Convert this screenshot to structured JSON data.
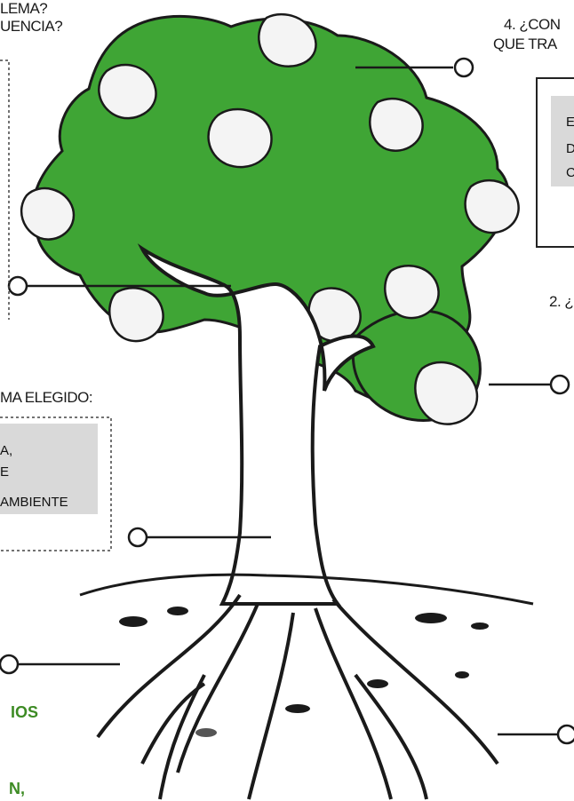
{
  "labels": {
    "top_left_1": "LEMA?",
    "top_left_2": "UENCIA?",
    "top_right_1": "4. ¿CON",
    "top_right_2": "QUE TRA",
    "mid_right": "2. ¿",
    "left_mid": "MA ELEGIDO:"
  },
  "right_box": {
    "lines": [
      "E",
      "D",
      "C"
    ]
  },
  "left_box": {
    "lines": [
      "A,",
      "E",
      "AMBIENTE"
    ]
  },
  "bottom_left": {
    "line1": "IOS",
    "line2": "N,"
  },
  "colors": {
    "canopy": "#3fa535",
    "outline": "#1a1a1a",
    "box_fill": "#d9d9d9",
    "accent_text": "#3d8b24"
  }
}
